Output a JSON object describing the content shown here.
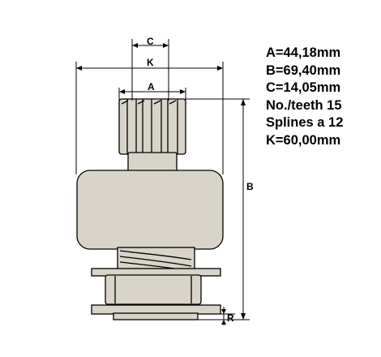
{
  "diagram": {
    "dimension_labels": {
      "a": "A",
      "b": "B",
      "c": "C",
      "k": "K",
      "r": "R"
    }
  },
  "specs": [
    "A=44,18mm",
    "B=69,40mm",
    "C=14,05mm",
    "No./teeth 15",
    "Splines a 12",
    "K=60,00mm"
  ],
  "colors": {
    "body_fill": "#d9d4c9",
    "outline": "#000000",
    "dimension_line": "#000000"
  }
}
